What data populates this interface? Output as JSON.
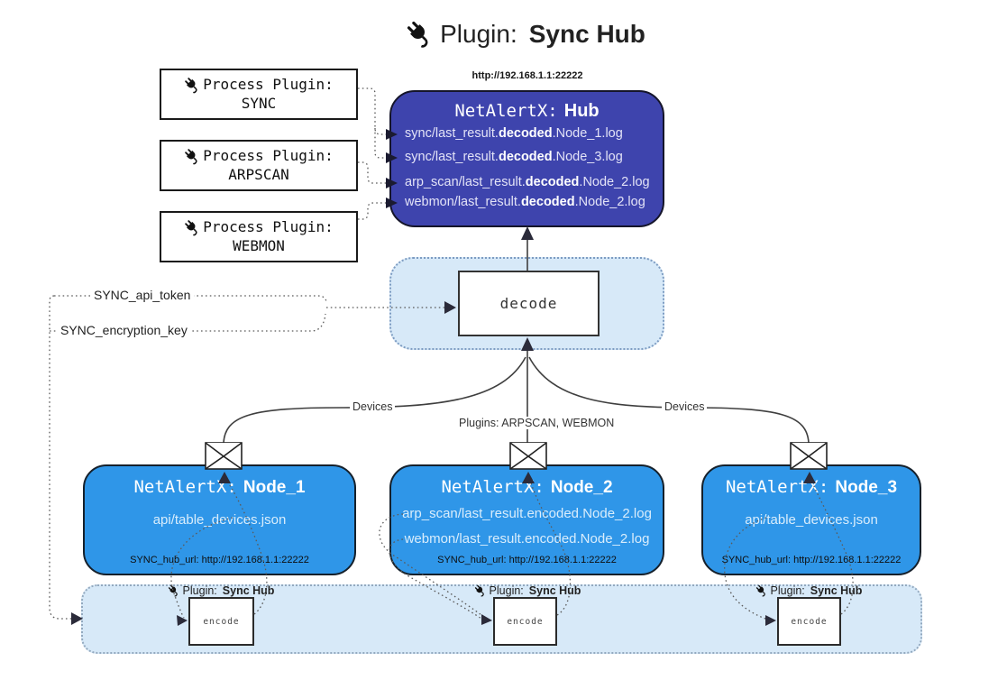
{
  "title": {
    "icon": "plug",
    "prefix": "Plugin:",
    "name": "Sync Hub"
  },
  "process_plugins": [
    {
      "label": "Process Plugin:",
      "name": "SYNC"
    },
    {
      "label": "Process Plugin:",
      "name": "ARPSCAN"
    },
    {
      "label": "Process Plugin:",
      "name": "WEBMON"
    }
  ],
  "hub": {
    "url": "http://192.168.1.1:22222",
    "title_prefix": "NetAlertX:",
    "title_name": "Hub",
    "logs": [
      {
        "pre": "sync/last_result.",
        "bold": "decoded",
        "post": ".Node_1.log"
      },
      {
        "pre": "sync/last_result.",
        "bold": "decoded",
        "post": ".Node_3.log"
      },
      {
        "pre": "arp_scan/last_result.",
        "bold": "decoded",
        "post": ".Node_2.log"
      },
      {
        "pre": "webmon/last_result.",
        "bold": "decoded",
        "post": ".Node_2.log"
      }
    ]
  },
  "decode_box": {
    "label": "decode"
  },
  "secrets": {
    "api_token": "SYNC_api_token",
    "encryption_key": "SYNC_encryption_key"
  },
  "edge_labels": {
    "devices_left": "Devices",
    "plugins_mid": "Plugins: ARPSCAN, WEBMON",
    "devices_right": "Devices"
  },
  "nodes": [
    {
      "title_prefix": "NetAlertX:",
      "title_name": "Node_1",
      "files": [
        "api/table_devices.json"
      ],
      "hub_url": "SYNC_hub_url: http://192.168.1.1:22222"
    },
    {
      "title_prefix": "NetAlertX:",
      "title_name": "Node_2",
      "files": [
        "arp_scan/last_result.encoded.Node_2.log",
        "webmon/last_result.encoded.Node_2.log"
      ],
      "hub_url": "SYNC_hub_url: http://192.168.1.1:22222"
    },
    {
      "title_prefix": "NetAlertX:",
      "title_name": "Node_3",
      "files": [
        "api/table_devices.json"
      ],
      "hub_url": "SYNC_hub_url: http://192.168.1.1:22222"
    }
  ],
  "band": {
    "plugin_prefix": "Plugin:",
    "plugin_name": "Sync Hub",
    "encode_label": "encode"
  },
  "colors": {
    "hub-fill": "#3e44ad",
    "hub-text": "#e3e3f7",
    "node-fill": "#2f96e8",
    "node-text": "#d9edfc",
    "panel-fill": "#d7e9f8",
    "panel-border": "#7d9cc2",
    "line": "#3f3f3f",
    "dotted": "#5a5a5a",
    "arrow": "#2b2b3a",
    "ink": "#1a1a1a"
  }
}
